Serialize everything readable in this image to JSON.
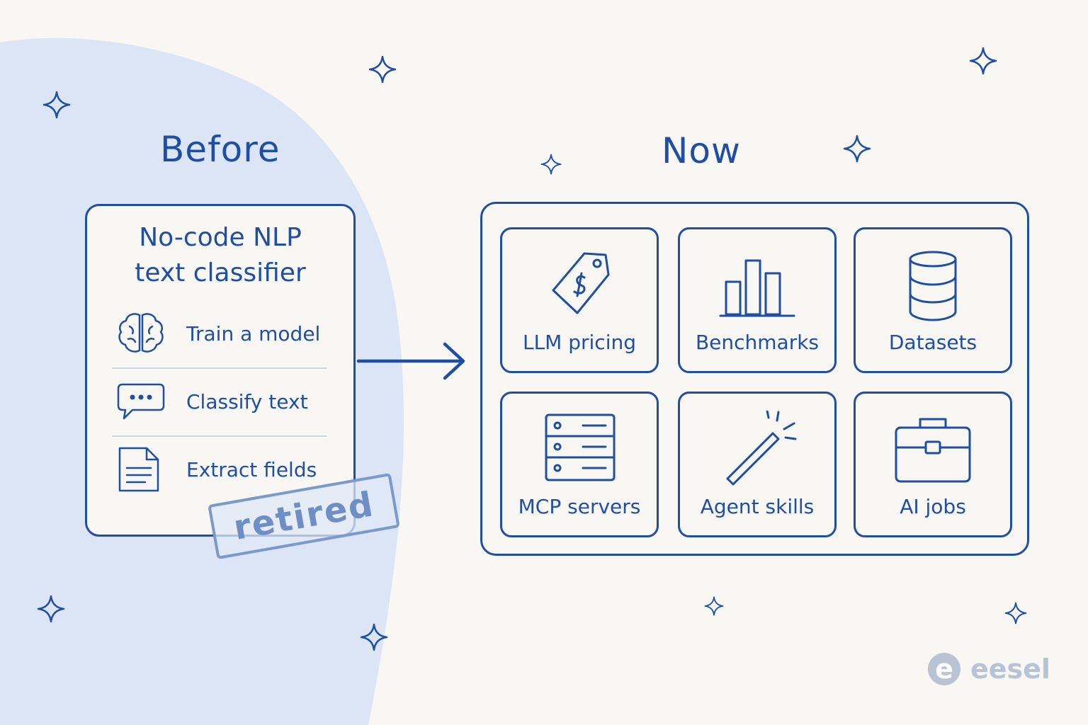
{
  "colors": {
    "ink": "#1f4ea3",
    "background": "#f8f7f3",
    "blob": "#dbe5f6",
    "divider": "#c9d3e4",
    "stamp": "#7c99cc",
    "logo": "#b9c3d4"
  },
  "before": {
    "heading": "Before",
    "card": {
      "title_line1": "No-code NLP",
      "title_line2": "text classifier",
      "features": [
        {
          "label": "Train a model",
          "icon": "brain-icon"
        },
        {
          "label": "Classify text",
          "icon": "chat-bubble-icon"
        },
        {
          "label": "Extract fields",
          "icon": "document-icon"
        }
      ]
    },
    "stamp": "retired"
  },
  "now": {
    "heading": "Now",
    "tiles": [
      {
        "label": "LLM pricing",
        "icon": "price-tag-icon"
      },
      {
        "label": "Benchmarks",
        "icon": "bar-chart-icon"
      },
      {
        "label": "Datasets",
        "icon": "database-icon"
      },
      {
        "label": "MCP servers",
        "icon": "server-icon"
      },
      {
        "label": "Agent skills",
        "icon": "magic-wand-icon"
      },
      {
        "label": "AI jobs",
        "icon": "briefcase-icon"
      }
    ]
  },
  "logo": {
    "mark": "e",
    "text": "eesel"
  }
}
